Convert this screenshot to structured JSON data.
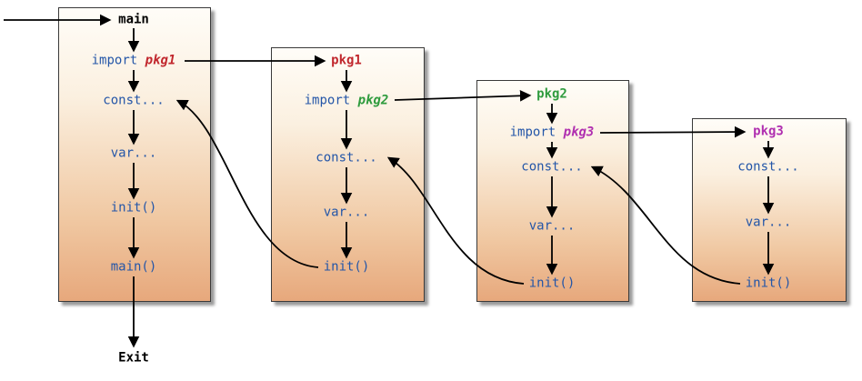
{
  "exit_label": "Exit",
  "colors": {
    "statement_blue": "#2456a8",
    "main_title_black": "#000000",
    "pkg1_red": "#c1272d",
    "pkg2_green": "#2e9b3d",
    "pkg3_magenta": "#b02fb0",
    "box_gradient_top": "#fffdf8",
    "box_gradient_bottom": "#e7a87c",
    "arrow_black": "#000000"
  },
  "boxes": [
    {
      "title": "main",
      "import_keyword": "import",
      "import_package": "pkg1",
      "steps": [
        "const...",
        "var...",
        "init()",
        "main()"
      ]
    },
    {
      "title": "pkg1",
      "import_keyword": "import",
      "import_package": "pkg2",
      "steps": [
        "const...",
        "var...",
        "init()"
      ]
    },
    {
      "title": "pkg2",
      "import_keyword": "import",
      "import_package": "pkg3",
      "steps": [
        "const...",
        "var...",
        "init()"
      ]
    },
    {
      "title": "pkg3",
      "steps": [
        "const...",
        "var...",
        "init()"
      ]
    }
  ]
}
